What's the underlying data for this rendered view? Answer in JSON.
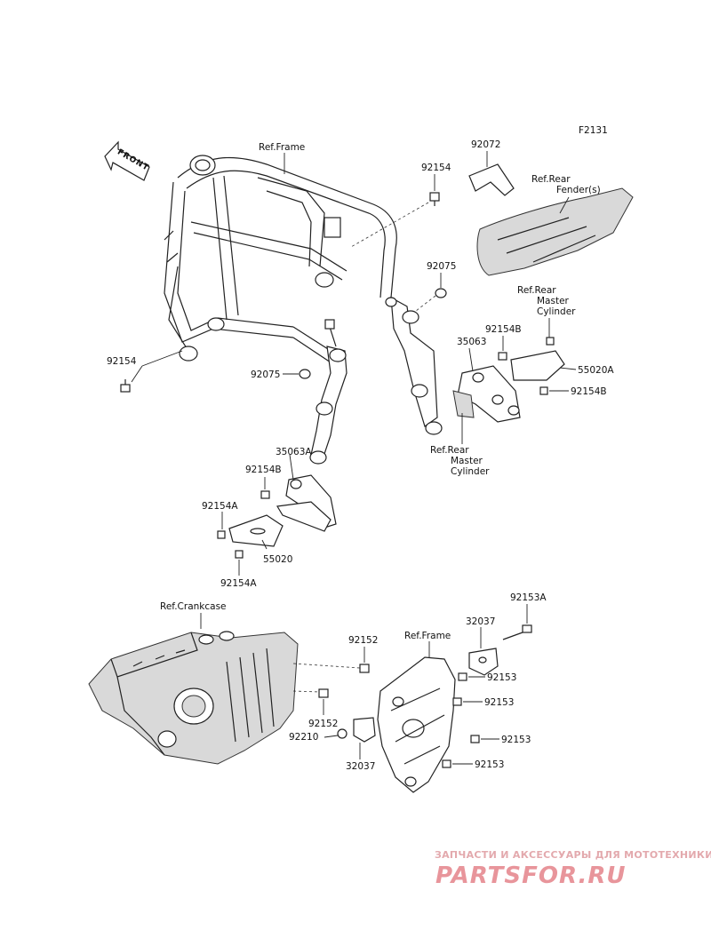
{
  "diagram_id": "F2131",
  "front_label": "FRONT",
  "refs": {
    "frame_top": "Ref.Frame",
    "rear_fender_1": "Ref.Rear",
    "rear_fender_2": "Fender(s)",
    "rear_master_right_1": "Ref.Rear",
    "rear_master_right_2": "Master",
    "rear_master_right_3": "Cylinder",
    "rear_master_mid_1": "Ref.Rear",
    "rear_master_mid_2": "Master",
    "rear_master_mid_3": "Cylinder",
    "crankcase": "Ref.Crankcase",
    "frame_bottom": "Ref.Frame"
  },
  "parts": {
    "p92072": "92072",
    "p92154_top": "92154",
    "p92075_right": "92075",
    "p92154_left": "92154",
    "p92154B_right": "92154B",
    "p35063": "35063",
    "p55020A": "55020A",
    "p92154B_right2": "92154B",
    "p92075_left": "92075",
    "p35063A": "35063A",
    "p92154B_left": "92154B",
    "p92154A_left": "92154A",
    "p55020": "55020",
    "p92154A_left2": "92154A",
    "p92153A": "92153A",
    "p32037_top": "32037",
    "p92152_top": "92152",
    "p92153_1": "92153",
    "p92153_2": "92153",
    "p92152_bottom": "92152",
    "p92210": "92210",
    "p92153_3": "92153",
    "p32037_bottom": "32037",
    "p92153_4": "92153"
  },
  "watermark": {
    "line1": "ЗАПЧАСТИ И АКСЕССУАРЫ ДЛЯ МОТОТЕХНИКИ",
    "line2": "PARTSFOR.RU",
    "color": "#e8959b"
  }
}
